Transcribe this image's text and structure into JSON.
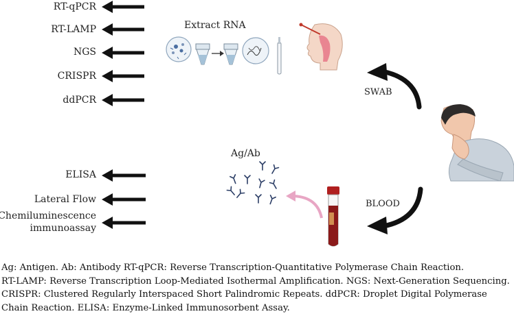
{
  "tests_rna": [
    "RT-qPCR",
    "RT-LAMP",
    "NGS",
    "CRISPR",
    "ddPCR"
  ],
  "tests_blood": [
    "ELISA",
    "Lateral Flow",
    "Chemiluminescence immunoassay"
  ],
  "chemi_lines": [
    "Chemiluminescence",
    "immunoassay"
  ],
  "extract_title": "Extract RNA",
  "agab_title": "Ag/Ab",
  "swab_label": "SWAB",
  "blood_label": "BLOOD",
  "caption_lines": [
    "Ag: Antigen. Ab: Antibody RT-qPCR: Reverse Transcription-Quantitative Polymerase Chain Reaction.",
    "RT-LAMP: Reverse Transcription Loop-Mediated Isothermal Amplification. NGS: Next-Generation Sequencing.",
    "CRISPR: Clustered Regularly Interspaced Short Palindromic Repeats. ddPCR: Droplet Digital Polymerase",
    "Chain Reaction. ELISA: Enzyme-Linked Immunosorbent Assay."
  ],
  "colors": {
    "arrow": "#111111",
    "blood": "#8b1a1a",
    "pink_arrow": "#e8a6c4",
    "skin": "#f0c3a8"
  }
}
